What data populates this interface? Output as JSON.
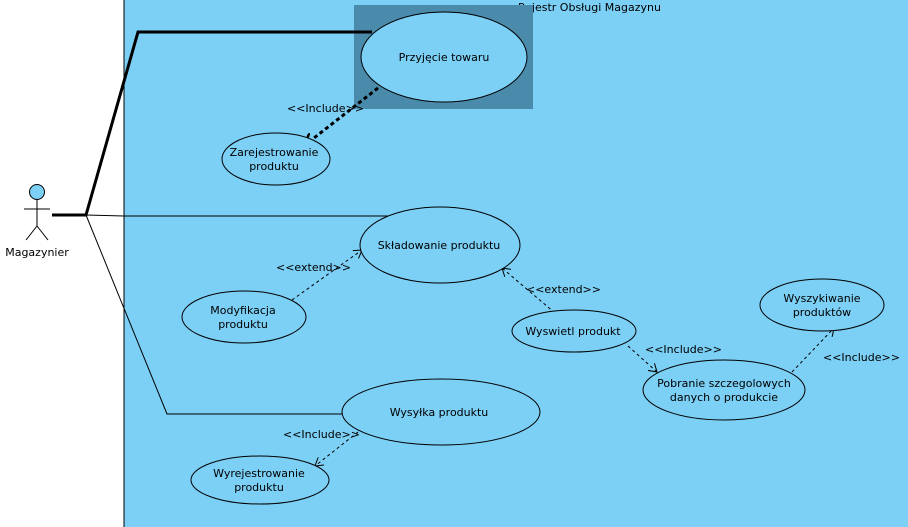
{
  "system": {
    "title": "Rejestr Obsługi Magazynu",
    "background": "#7ccff5",
    "selection_color": "#4a8bab"
  },
  "actor": {
    "name": "Magazynier",
    "head_color": "#7ccff5"
  },
  "use_cases": {
    "przyjecie": [
      "Przyjęcie towaru"
    ],
    "zarejestrowanie": [
      "Zarejestrowanie",
      "produktu"
    ],
    "skladowanie": [
      "Składowanie produktu"
    ],
    "modyfikacja": [
      "Modyfikacja",
      "produktu"
    ],
    "wyswietl": [
      "Wyswietl produkt"
    ],
    "wyszukiwanie": [
      "Wyszykiwanie",
      "produktów"
    ],
    "pobranie": [
      "Pobranie szczegolowych",
      "danych o produkcie"
    ],
    "wysylka": [
      "Wysyłka produktu"
    ],
    "wyrejestrowanie": [
      "Wyrejestrowanie",
      "produktu"
    ]
  },
  "relations": {
    "include_1": "<<Include>>",
    "extend_1": "<<extend>>",
    "extend_2": "<<extend>>",
    "include_2": "<<Include>>",
    "include_3": "<<Include>>",
    "include_4": "<<Include>>"
  }
}
